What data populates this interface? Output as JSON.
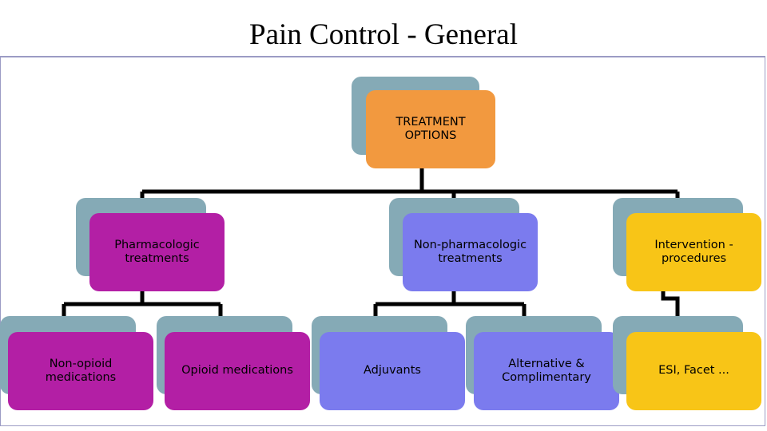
{
  "slide": {
    "title": "Pain Control - General",
    "frame_border_color": "#9b9bc4",
    "background": "#ffffff"
  },
  "palette": {
    "shadow_blue": "#85aab6",
    "orange": "#f2993f",
    "magenta": "#b31fa5",
    "periwinkle": "#7b7bee",
    "gold": "#f8c517",
    "connector": "#000000",
    "text": "#000000"
  },
  "diagram": {
    "type": "org-chart",
    "levels": 3,
    "root": {
      "id": "treatment-options",
      "label": "TREATMENT OPTIONS",
      "color": "#f2993f"
    },
    "level2": [
      {
        "id": "pharmacologic-treatments",
        "label": "Pharmacologic treatments",
        "color": "#b31fa5"
      },
      {
        "id": "non-pharmacologic-treatments",
        "label": "Non-pharmacologic treatments",
        "color": "#7b7bee"
      },
      {
        "id": "intervention-procedures",
        "label": "Intervention - procedures",
        "color": "#f8c517"
      }
    ],
    "level3": [
      {
        "id": "non-opioid-medications",
        "label": "Non-opioid medications",
        "color": "#b31fa5",
        "parent": "pharmacologic-treatments"
      },
      {
        "id": "opioid-medications",
        "label": "Opioid medications",
        "color": "#b31fa5",
        "parent": "pharmacologic-treatments"
      },
      {
        "id": "adjuvants",
        "label": "Adjuvants",
        "color": "#7b7bee",
        "parent": "non-pharmacologic-treatments"
      },
      {
        "id": "alternative-complimentary",
        "label": "Alternative & Complimentary",
        "color": "#7b7bee",
        "parent": "non-pharmacologic-treatments"
      },
      {
        "id": "esi-facet",
        "label": "ESI, Facet ...",
        "color": "#f8c517",
        "parent": "intervention-procedures"
      }
    ]
  }
}
